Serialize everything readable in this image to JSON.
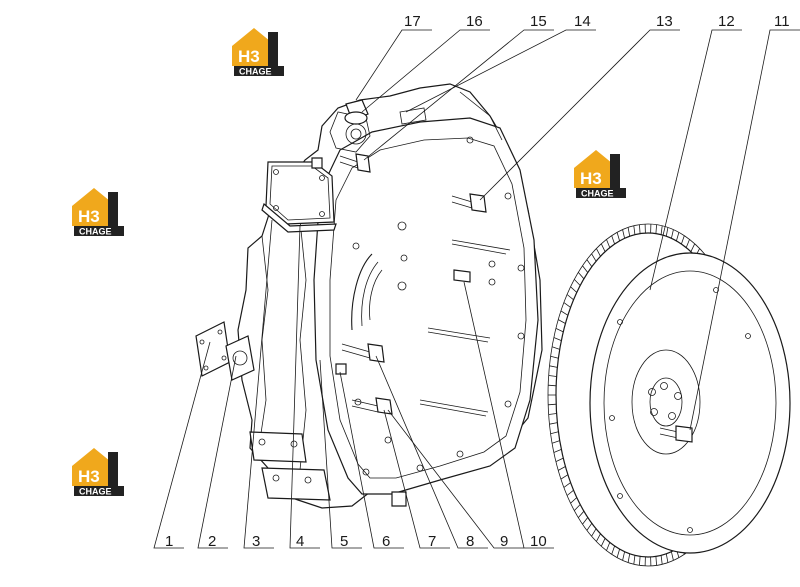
{
  "logo": {
    "mark": "H3",
    "name": "CHAGE",
    "colors": {
      "orange": "#f0a81c",
      "black": "#222222"
    }
  },
  "callouts": [
    "1",
    "2",
    "3",
    "4",
    "5",
    "6",
    "7",
    "8",
    "9",
    "10",
    "11",
    "12",
    "13",
    "14",
    "15",
    "16",
    "17"
  ]
}
